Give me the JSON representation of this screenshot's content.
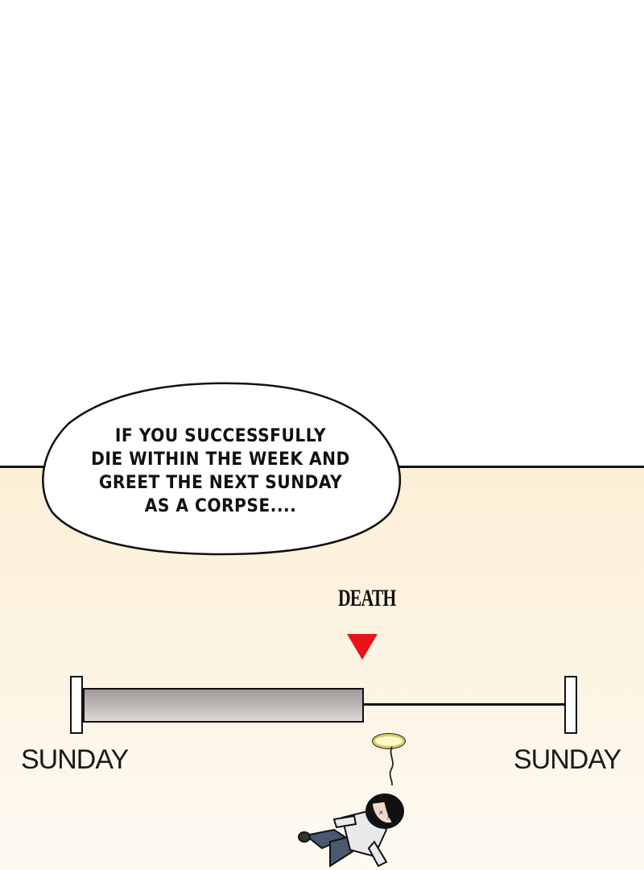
{
  "panel": {
    "speech_bubble": {
      "lines": [
        "IF YOU SUCCESSFULLY",
        "DIE WITHIN THE WEEK AND",
        "GREET THE NEXT SUNDAY",
        "AS A CORPSE...."
      ]
    },
    "timeline": {
      "marker_label": "DEATH",
      "marker_icon": "red-down-triangle",
      "start_label": "SUNDAY",
      "end_label": "SUNDAY",
      "progress_fraction": 0.57
    },
    "character": {
      "icon": "fallen-character-with-halo"
    },
    "colors": {
      "marker": "#e8141a",
      "background_top": "#ffffff",
      "background_bottom": "#fbefd6",
      "bar_fill": "#bcb7b5"
    }
  }
}
